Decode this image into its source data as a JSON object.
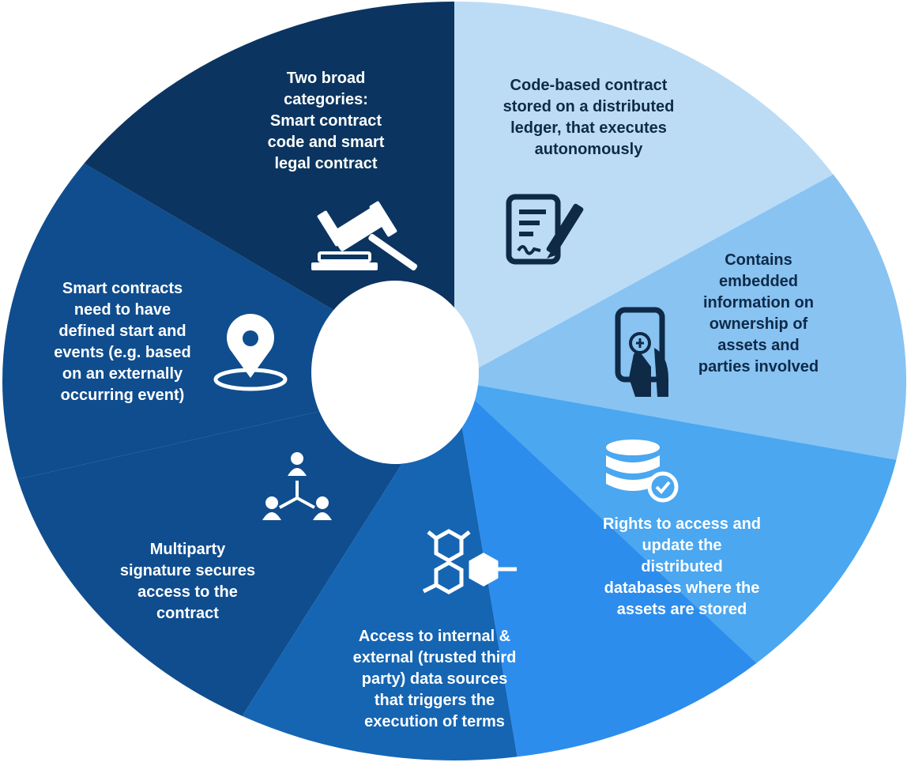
{
  "diagram": {
    "colors": {
      "hole": "#ffffff",
      "dark_text": "#0e2a47",
      "light_text": "#ffffff"
    },
    "segments": [
      {
        "id": "categories",
        "text": "Two broad\ncategories:\nSmart contract\ncode and smart\nlegal contract",
        "icon": "gavel-icon",
        "color": "#0b3560",
        "text_color": "light"
      },
      {
        "id": "code-based",
        "text": "Code-based contract\nstored on a distributed\nledger, that executes\nautonomously",
        "icon": "contract-signing-icon",
        "color": "#bcdcf6",
        "text_color": "dark"
      },
      {
        "id": "ownership",
        "text": "Contains\nembedded\ninformation on\nownership of\nassets and\nparties involved",
        "icon": "hand-phone-icon",
        "color": "#88c3f2",
        "text_color": "dark"
      },
      {
        "id": "rights",
        "text": "Rights to access and\nupdate the\ndistributed\ndatabases where the\nassets are stored",
        "icon": "database-check-icon",
        "color": "#4aa7f0",
        "text_color": "light"
      },
      {
        "id": "data-sources",
        "text": "Access to internal &\nexternal (trusted third\nparty) data sources\nthat triggers the\nexecution of terms",
        "icon": "hexagon-network-icon",
        "color": "#2d8ded",
        "text_color": "light"
      },
      {
        "id": "multiparty",
        "text": "Multiparty\nsignature secures\naccess to the\ncontract",
        "icon": "people-network-icon",
        "color": "#1565b3",
        "text_color": "light"
      },
      {
        "id": "start-events",
        "text": "Smart contracts\nneed to have\ndefined start and\nevents (e.g. based\non an externally\noccurring event)",
        "icon": "location-pin-icon",
        "color": "#0f4d8e",
        "text_color": "light"
      }
    ]
  }
}
